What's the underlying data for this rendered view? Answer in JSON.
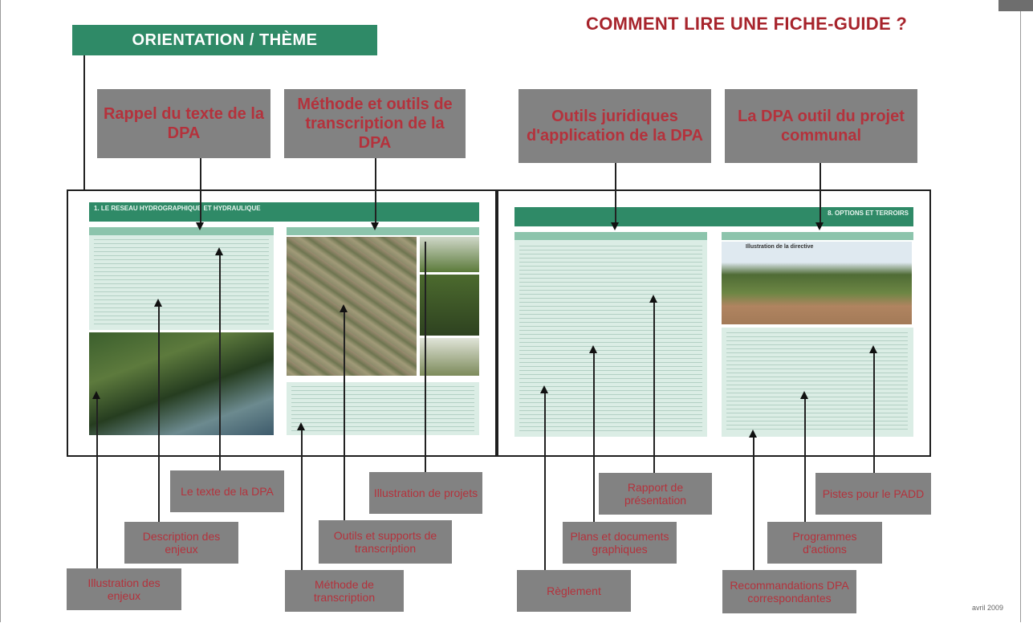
{
  "header": {
    "orientation_label": "ORIENTATION / THÈME",
    "title": "COMMENT LIRE UNE FICHE-GUIDE ?"
  },
  "top_boxes": [
    "Rappel du texte de la DPA",
    "Méthode et outils de transcription de la DPA",
    "Outils juridiques d'application de la DPA",
    "La DPA outil du projet communal"
  ],
  "left_page": {
    "band_title": "1. LE RESEAU HYDROGRAPHIQUE ET HYDRAULIQUE"
  },
  "right_page": {
    "band_title": "8. OPTIONS ET TERROIRS",
    "photo_caption": "Illustration de la directive"
  },
  "bottom_boxes": {
    "texte_dpa": "Le texte de la DPA",
    "description_enjeux": "Description des enjeux",
    "illustration_enjeux": "Illustration des enjeux",
    "outils_supports": "Outils et supports de transcription",
    "methode_transcription": "Méthode de transcription",
    "illustration_projets": "Illustration de projets",
    "rapport_presentation": "Rapport de présentation",
    "plans_documents": "Plans et documents graphiques",
    "reglement": "Règlement",
    "pistes_padd": "Pistes pour le PADD",
    "programmes_actions": "Programmes d'actions",
    "recommandations": "Recommandations DPA correspondantes"
  },
  "footer": {
    "date": "avril 2009"
  },
  "colors": {
    "accent_green": "#2f8a67",
    "title_red": "#a7242c",
    "box_gray": "#828282"
  }
}
